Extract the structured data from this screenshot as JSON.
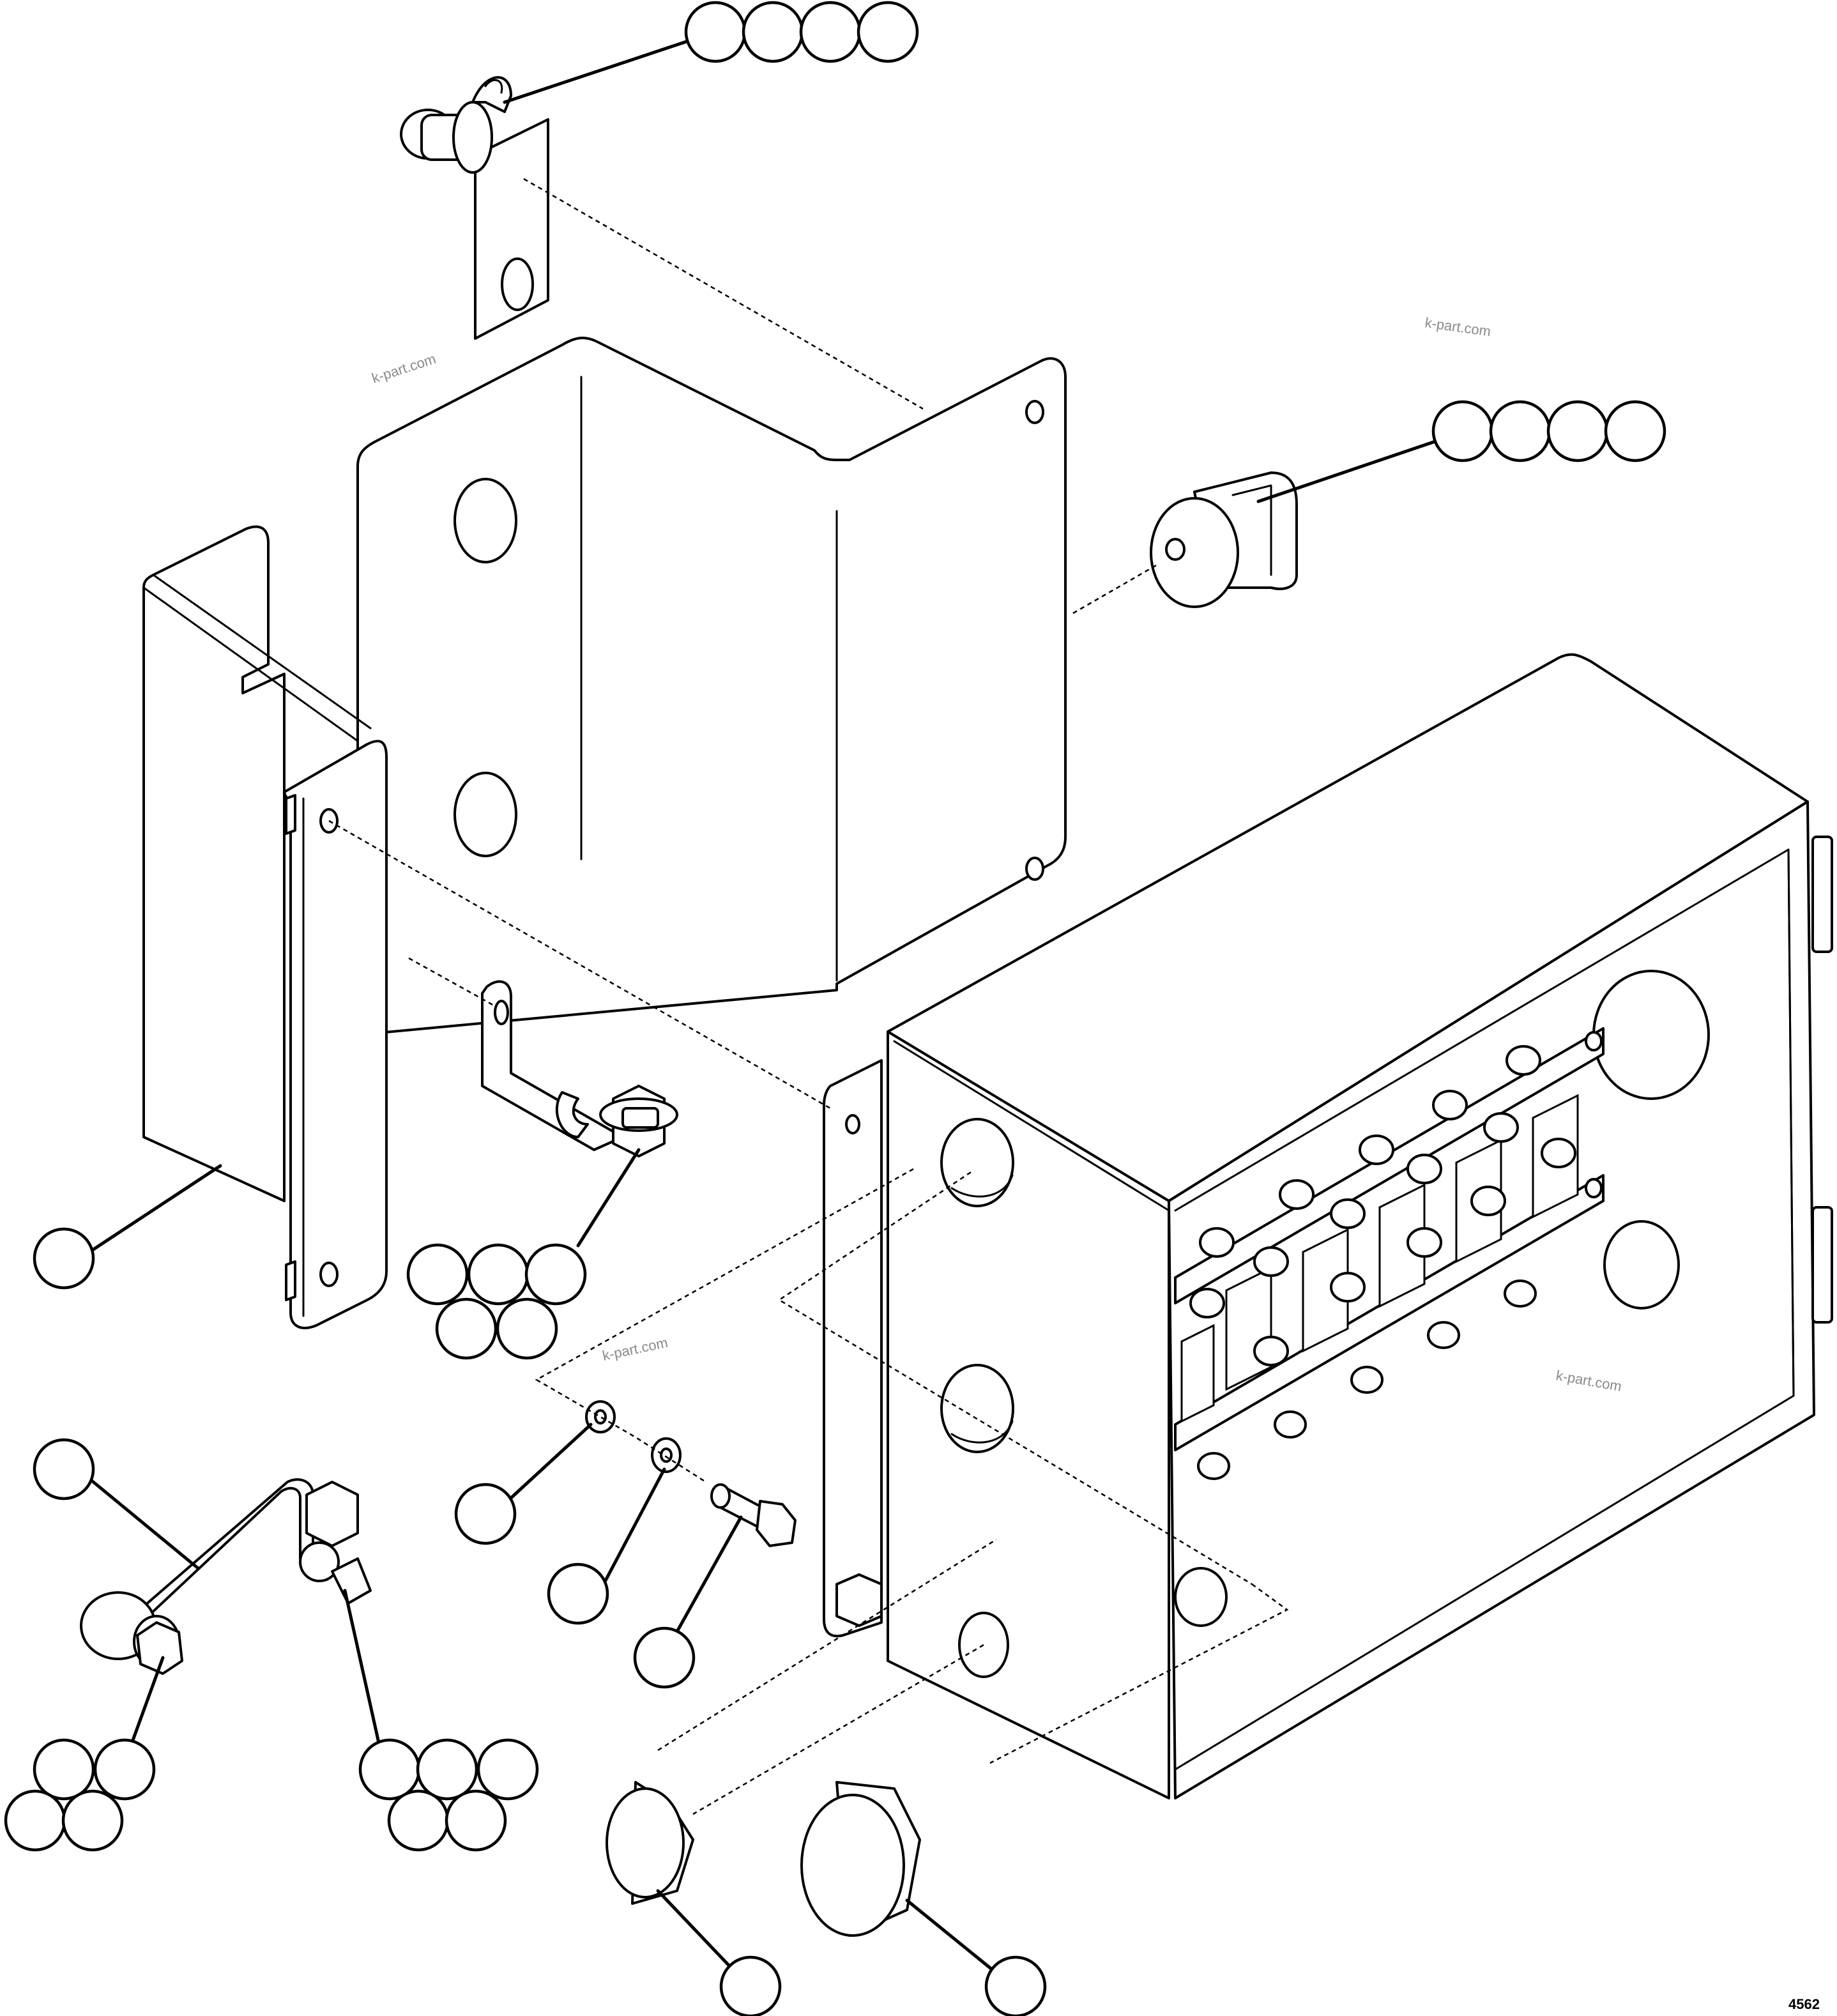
{
  "diagram": {
    "watermarks": [
      "k-part.com",
      "k-part.com",
      "k-part.com",
      "k-part.com"
    ],
    "drawing_code": "4562",
    "colors": {
      "line": "#000000",
      "background": "#ffffff",
      "watermark": "#8a8a8a"
    }
  }
}
